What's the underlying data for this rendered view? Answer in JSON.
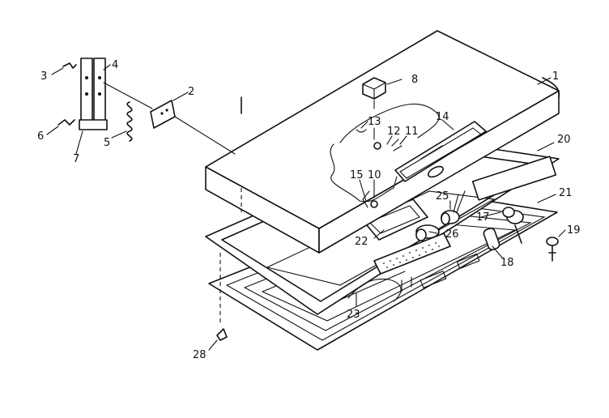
{
  "callouts": {
    "c1": "1",
    "c2": "2",
    "c3": "3",
    "c4": "4",
    "c5": "5",
    "c6": "6",
    "c7": "7",
    "c8": "8",
    "c10": "10",
    "c11": "11",
    "c12": "12",
    "c13": "13",
    "c14": "14",
    "c15": "15",
    "c17": "17",
    "c18": "18",
    "c19": "19",
    "c20": "20",
    "c21": "21",
    "c22": "22",
    "c23": "23",
    "c25": "25",
    "c26": "26",
    "c28": "28"
  }
}
